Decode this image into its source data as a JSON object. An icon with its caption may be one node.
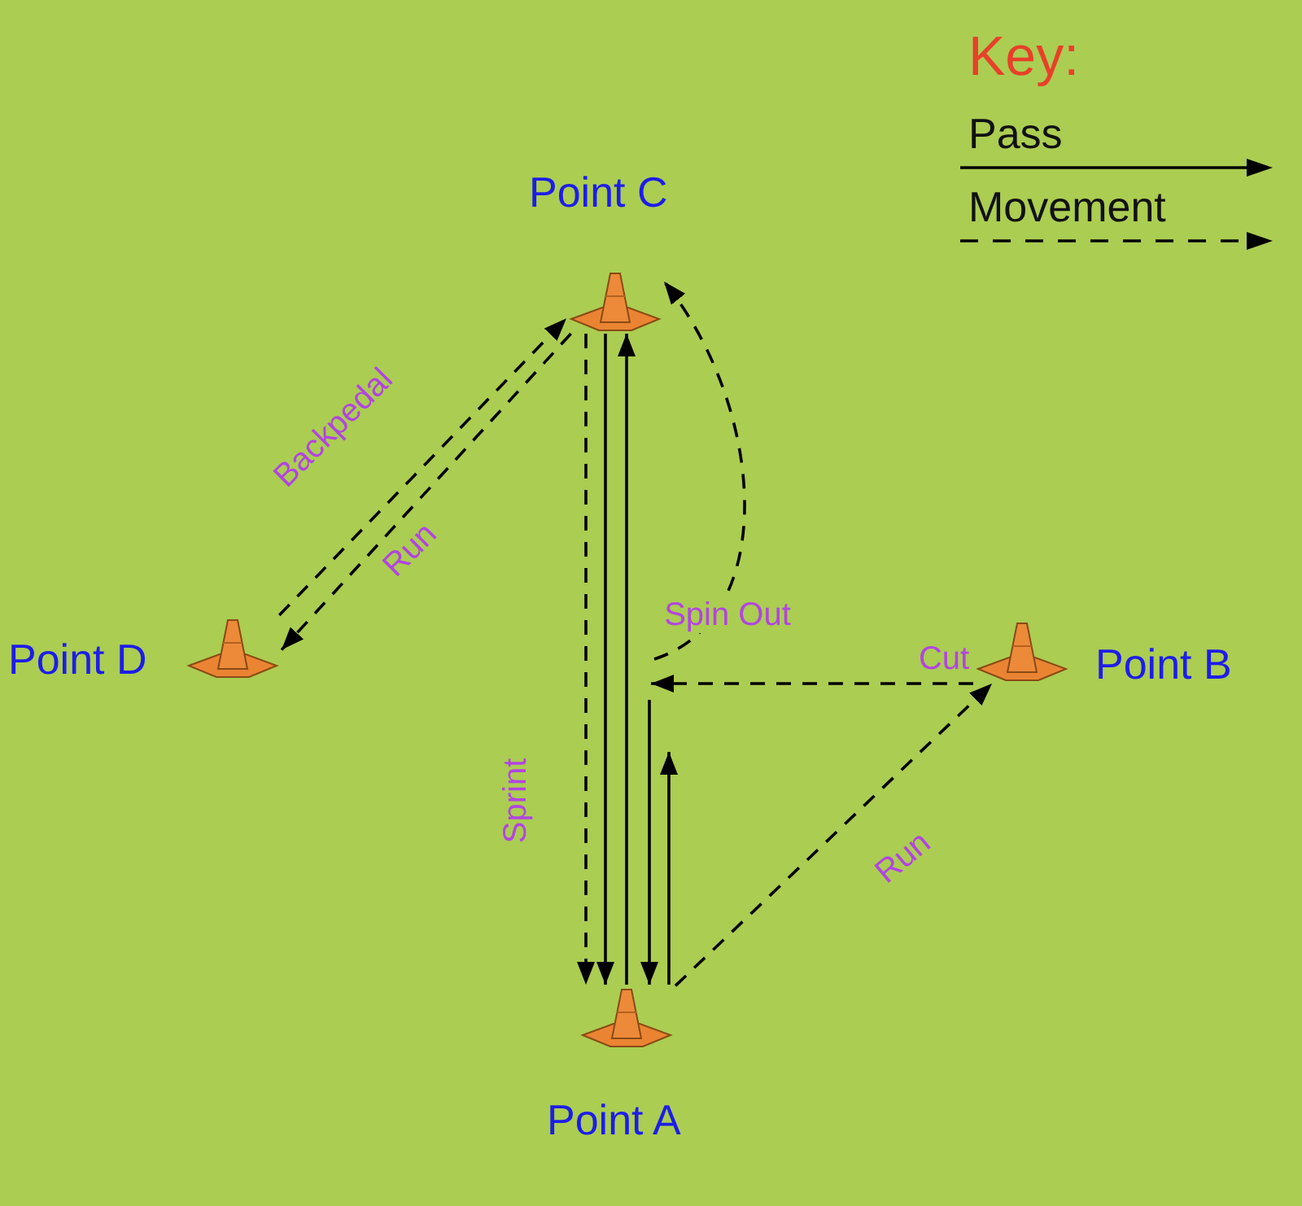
{
  "diagram": {
    "nodes": [
      {
        "text": [],
        "shape": "cone",
        "beside": [
          "Point C"
        ]
      },
      {
        "text": [],
        "shape": "cone",
        "beside": [
          "Point D"
        ]
      },
      {
        "text": [],
        "shape": "cone",
        "beside": [
          "Point B"
        ]
      },
      {
        "text": [],
        "shape": "cone",
        "beside": [
          "Point A"
        ]
      }
    ],
    "edges": [
      {
        "from": 0,
        "to": 3,
        "arrow": "to",
        "style": "dashed",
        "label": "Sprint"
      },
      {
        "from": 0,
        "to": 3,
        "arrow": "to"
      },
      {
        "from": 3,
        "to": 0,
        "arrow": "to"
      },
      {
        "from": null,
        "to": 3,
        "arrow": "to"
      },
      {
        "from": 3,
        "to": null,
        "arrow": "to"
      },
      {
        "from": 3,
        "to": 2,
        "arrow": "to",
        "style": "dashed",
        "label": "Run"
      },
      {
        "from": 2,
        "to": null,
        "arrow": "to",
        "style": "dashed",
        "label": "Cut"
      },
      {
        "from": null,
        "to": 0,
        "arrow": "to",
        "style": "dashed",
        "label": "Spin Out"
      },
      {
        "from": 1,
        "to": 0,
        "arrow": "to",
        "style": "dashed",
        "label": "Backpedal"
      },
      {
        "from": 0,
        "to": 1,
        "arrow": "to",
        "style": "dashed",
        "label": "Run"
      }
    ],
    "labels": [
      "Key:"
    ],
    "legend": [
      {
        "text": "Pass"
      },
      {
        "text": "Movement"
      }
    ]
  }
}
